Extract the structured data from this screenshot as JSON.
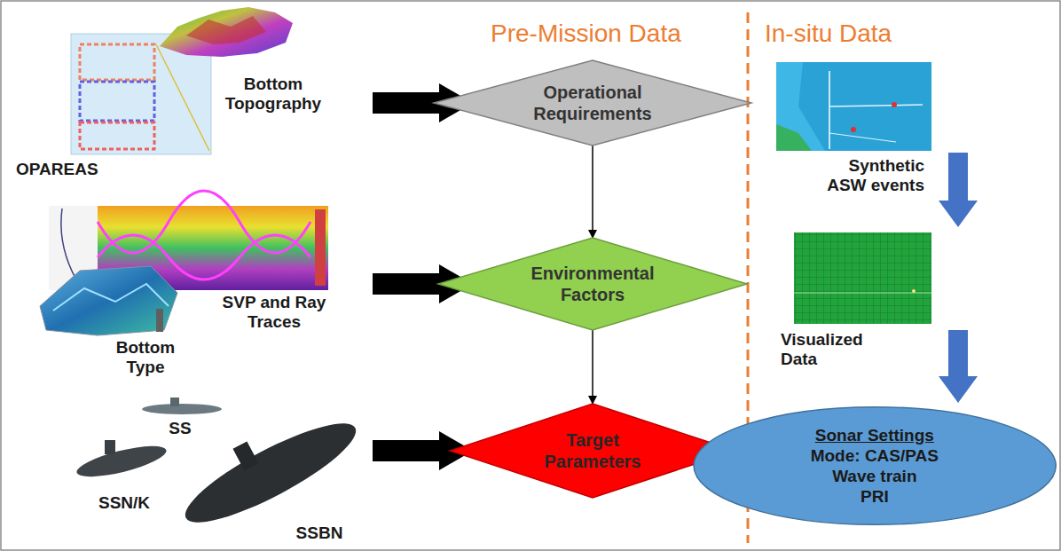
{
  "diagram": {
    "nodes": [
      {
        "text": [
          "Operational Requirements"
        ]
      },
      {
        "text": [
          "Environmental Factors"
        ]
      },
      {
        "text": [
          "Target Parameters"
        ]
      },
      {
        "text": [
          "Sonar Settings",
          "Mode: CAS/PAS",
          "Wave train",
          "PRI"
        ]
      }
    ],
    "edges": [
      {
        "from": 0,
        "to": 1,
        "arrow": "to"
      },
      {
        "from": 1,
        "to": 2,
        "arrow": "to"
      },
      {
        "from": 2,
        "to": 3,
        "arrow": "to"
      }
    ],
    "labels": [
      "Pre-Mission Data",
      "In-situ Data",
      "Bottom Topography",
      "OPAREAS",
      "SVP and Ray Traces",
      "Bottom Type",
      "SS",
      "SSN/K",
      "SSBN",
      "Synthetic ASW events",
      "Visualized Data"
    ]
  }
}
